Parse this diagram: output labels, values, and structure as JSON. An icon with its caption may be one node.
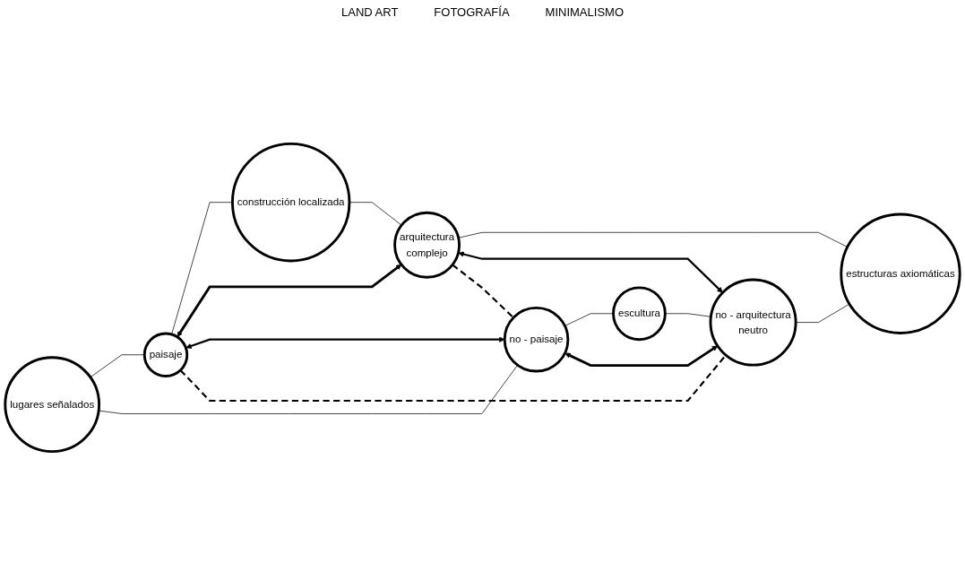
{
  "diagram": {
    "nodes": [
      {
        "text": [
          "construcción localizada"
        ]
      },
      {
        "text": [
          "paisaje"
        ]
      },
      {
        "text": [
          "arquitectura",
          "complejo"
        ]
      },
      {
        "text": [
          "lugares señalados"
        ]
      },
      {
        "text": [
          "estructuras axiomáticas"
        ]
      },
      {
        "text": [
          "no - paisaje"
        ]
      },
      {
        "text": [
          "no - arquitectura",
          "neutro"
        ]
      },
      {
        "text": [
          "escultura"
        ]
      }
    ],
    "edges": [
      {
        "from": 3,
        "to": 1,
        "arrow": "none"
      },
      {
        "from": 3,
        "to": 5,
        "arrow": "none"
      },
      {
        "from": 1,
        "to": 0,
        "arrow": "none"
      },
      {
        "from": 0,
        "to": 2,
        "arrow": "none"
      },
      {
        "from": 5,
        "to": 7,
        "arrow": "none"
      },
      {
        "from": 7,
        "to": 6,
        "arrow": "none"
      },
      {
        "from": 2,
        "to": 4,
        "arrow": "none"
      },
      {
        "from": 6,
        "to": 4,
        "arrow": "none"
      },
      {
        "from": 1,
        "to": 2,
        "arrow": "both",
        "style": "thick"
      },
      {
        "from": 5,
        "to": 6,
        "arrow": "both",
        "style": "thick"
      },
      {
        "from": 1,
        "to": 5,
        "arrow": "both"
      },
      {
        "from": 2,
        "to": 6,
        "arrow": "both"
      },
      {
        "from": 1,
        "to": 6,
        "arrow": "none",
        "style": "dashed"
      },
      {
        "from": 2,
        "to": 5,
        "arrow": "none",
        "style": "dashed"
      }
    ],
    "labels": [
      "LAND ART",
      "FOTOGRAFÍA",
      "MINIMALISMO"
    ]
  }
}
